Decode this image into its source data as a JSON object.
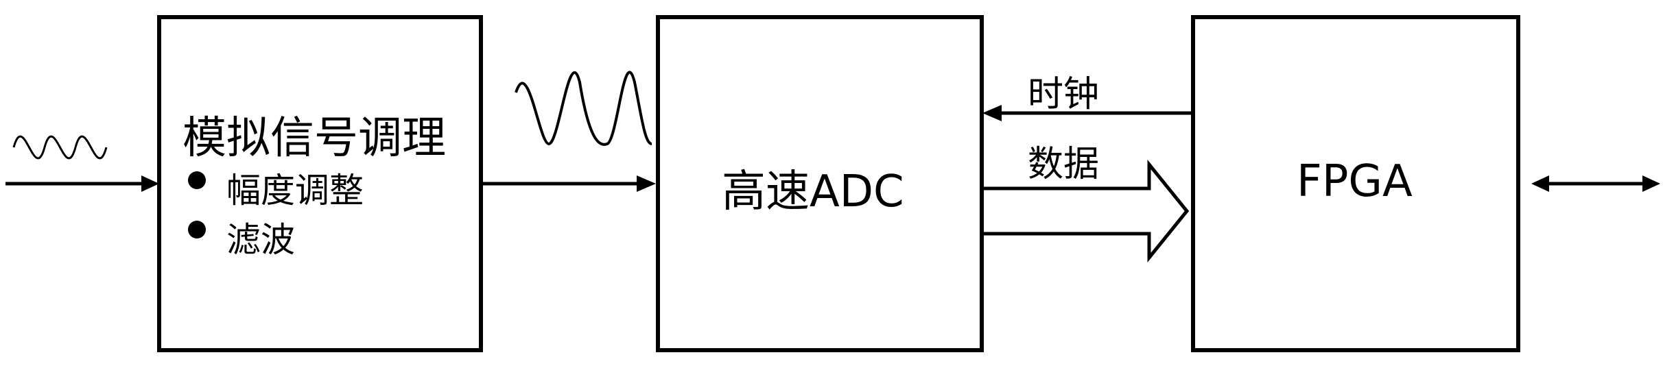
{
  "blocks": {
    "conditioning": {
      "title": "模拟信号调理",
      "bullets": [
        "幅度调整",
        "滤波"
      ]
    },
    "adc": {
      "title": "高速ADC"
    },
    "fpga": {
      "title": "FPGA"
    }
  },
  "links": {
    "clock": "时钟",
    "data": "数据"
  }
}
